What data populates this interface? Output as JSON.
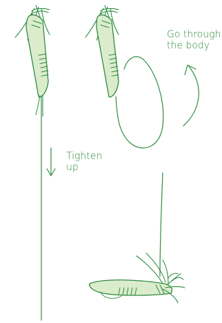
{
  "labels": {
    "go_through_line1": "Go through",
    "go_through_line2": "the body",
    "tighten_line1": "Tighten",
    "tighten_line2": "up"
  },
  "colors": {
    "ink": "#2e8b3e",
    "fill": "#dbeccd",
    "background": "#ffffff"
  }
}
